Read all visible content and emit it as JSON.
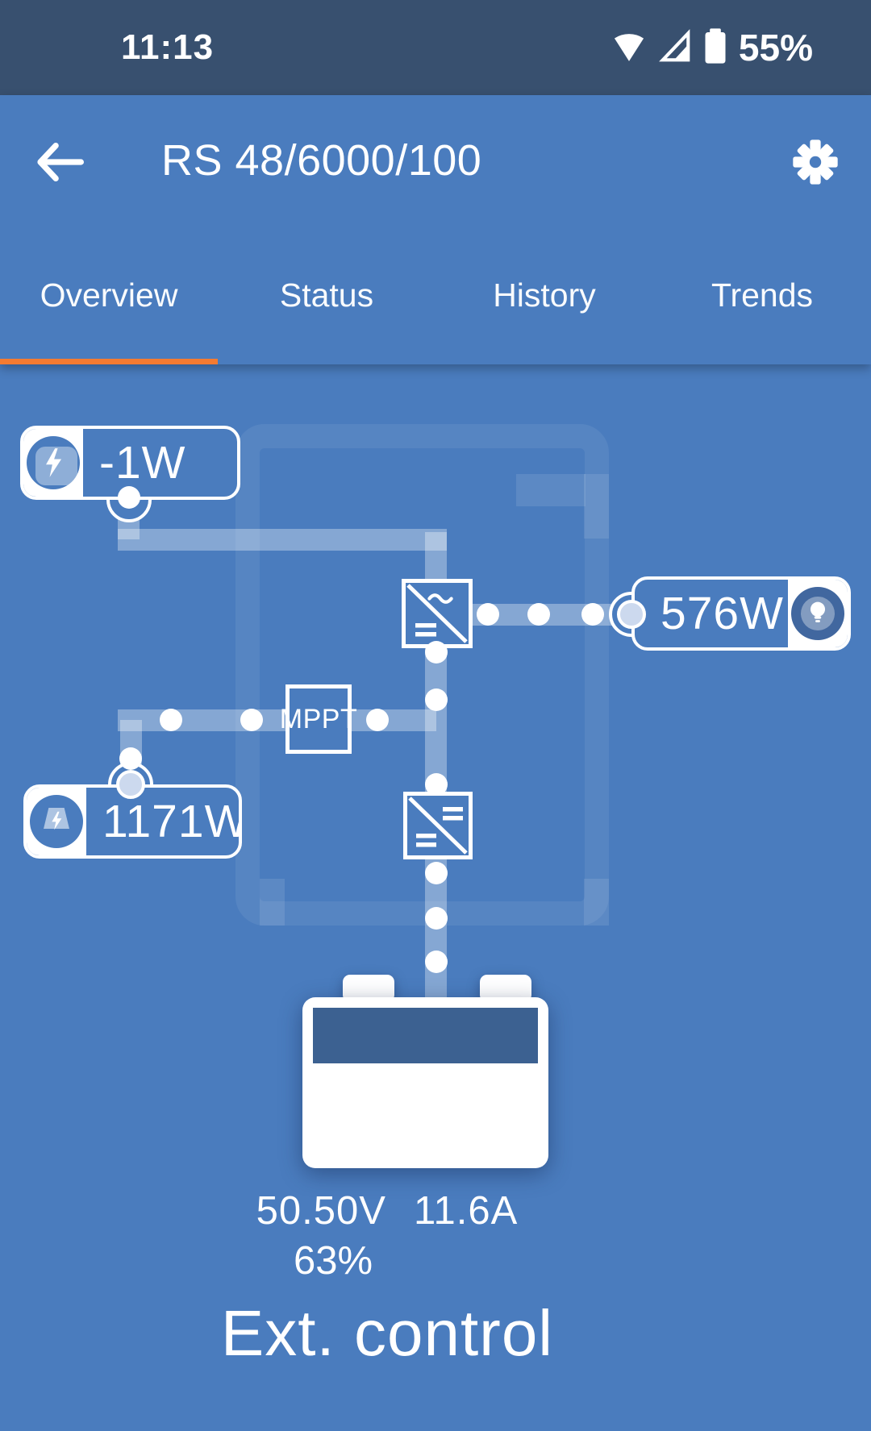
{
  "status_bar": {
    "time": "11:13",
    "battery_percent": "55%"
  },
  "app_bar": {
    "title": "RS 48/6000/100"
  },
  "tabs": [
    {
      "label": "Overview",
      "active": true
    },
    {
      "label": "Status",
      "active": false
    },
    {
      "label": "History",
      "active": false
    },
    {
      "label": "Trends",
      "active": false
    }
  ],
  "diagram": {
    "ac_in": {
      "power": "-1W"
    },
    "ac_loads": {
      "power": "576W"
    },
    "pv": {
      "power": "1171W"
    },
    "mppt_label": "MPPT",
    "battery": {
      "voltage": "50.50V",
      "current": "11.6A",
      "soc": "63%",
      "soc_percent": 63
    }
  },
  "footer": {
    "state": "Ext. control"
  },
  "colors": {
    "status_bar_bg": "#38506f",
    "app_bg": "#4a7cbe",
    "tab_indicator": "#f57b31",
    "battery_fill_dark": "#3c6191"
  }
}
